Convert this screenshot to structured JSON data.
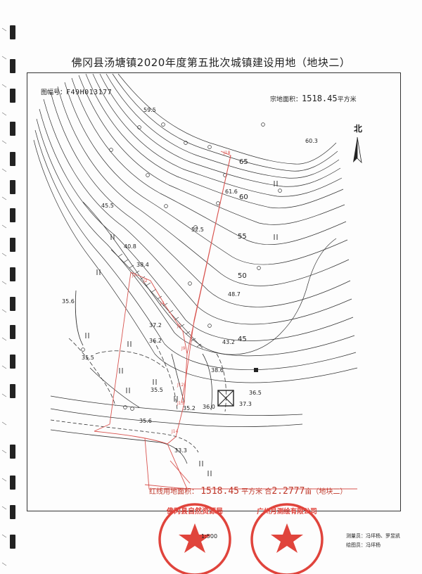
{
  "title": "佛冈县汤塘镇2020年度第五批次城镇建设用地（地块二）",
  "sheet": {
    "label": "图幅号：",
    "value": "F49H013177"
  },
  "land_area_top": {
    "label": "宗地面积：",
    "value": "1518.45",
    "unit": "平方米"
  },
  "north_label": "北",
  "elevations": [
    "59.5",
    "60.3",
    "45.5",
    "61.6",
    "52.5",
    "40.8",
    "38.4",
    "48.7",
    "35.6",
    "37.2",
    "36.2",
    "43.2",
    "35.5",
    "38.6",
    "35.5",
    "36.5",
    "35.2",
    "36.0",
    "37.3",
    "35.6",
    "33.3"
  ],
  "contour_labels": [
    "65",
    "60",
    "55",
    "50",
    "45"
  ],
  "redline_area": {
    "label": "红线用地面积：",
    "value": "1518.45",
    "unit": "平方米",
    "mu_prefix": "合",
    "mu_value": "2.2777",
    "mu_unit": "亩（地块二）"
  },
  "scale": "1:500",
  "surveyor": "测量员：冯坪杨、罗昱凯",
  "drafter": "绘图员：冯坪杨",
  "stamp_left_text": "佛冈县自然资源局",
  "stamp_right_text": "广州月测绘有限公司",
  "colors": {
    "redline": "#d9534f",
    "stamp": "#e0443c",
    "ink": "#222222"
  }
}
